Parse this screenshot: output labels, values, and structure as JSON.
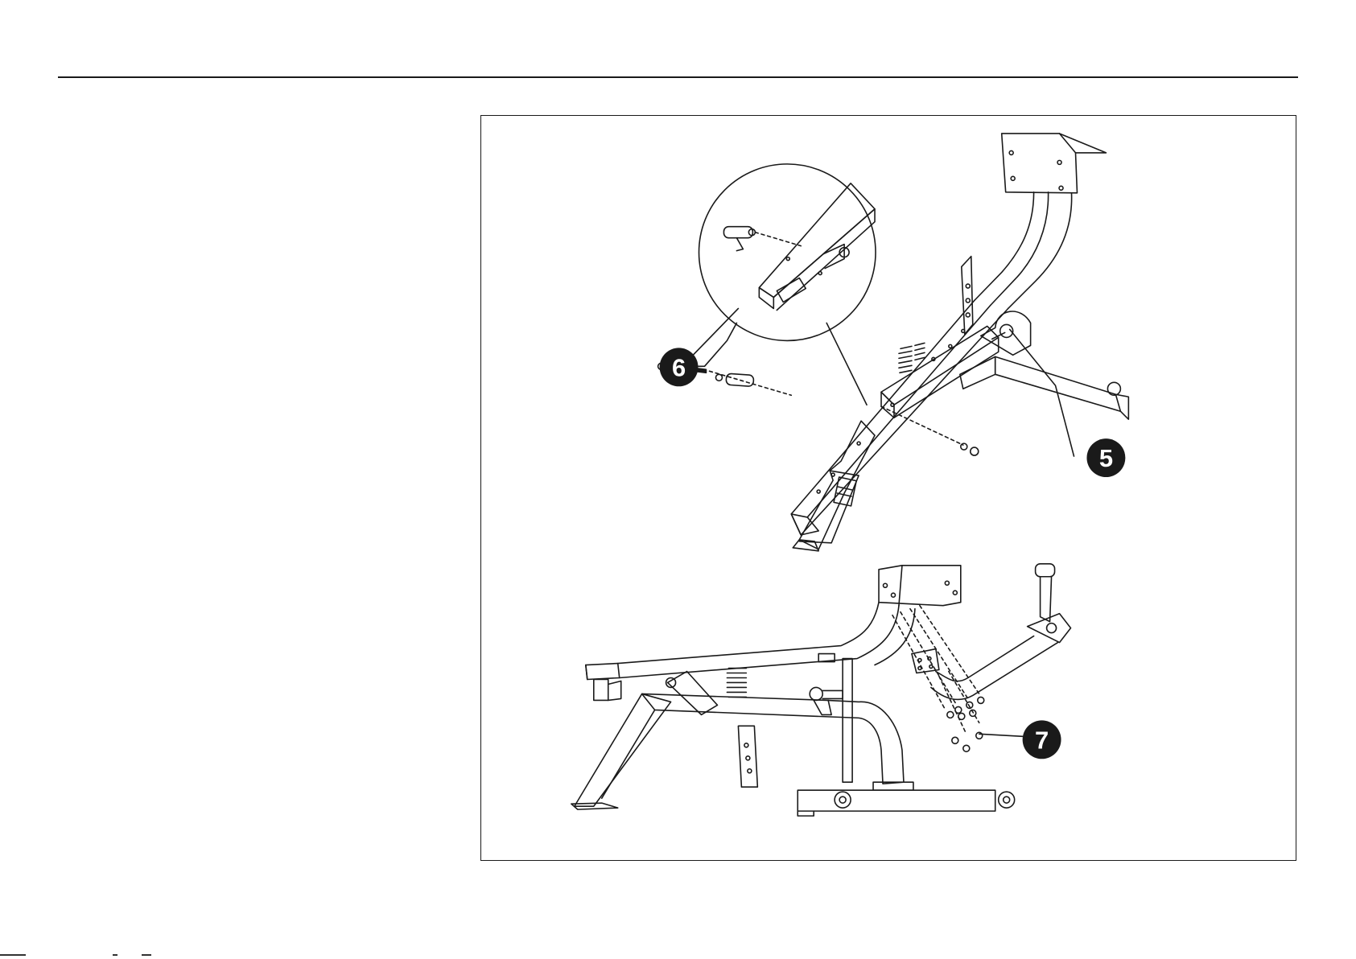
{
  "page": {
    "background": "#ffffff",
    "line_color": "#1a1a1a"
  },
  "figure": {
    "callouts": [
      {
        "id": "step-6",
        "label": "6"
      },
      {
        "id": "step-5",
        "label": "5"
      },
      {
        "id": "step-7",
        "label": "7"
      }
    ],
    "callout_fill": "#1a1a1a",
    "callout_text_color": "#ffffff"
  }
}
